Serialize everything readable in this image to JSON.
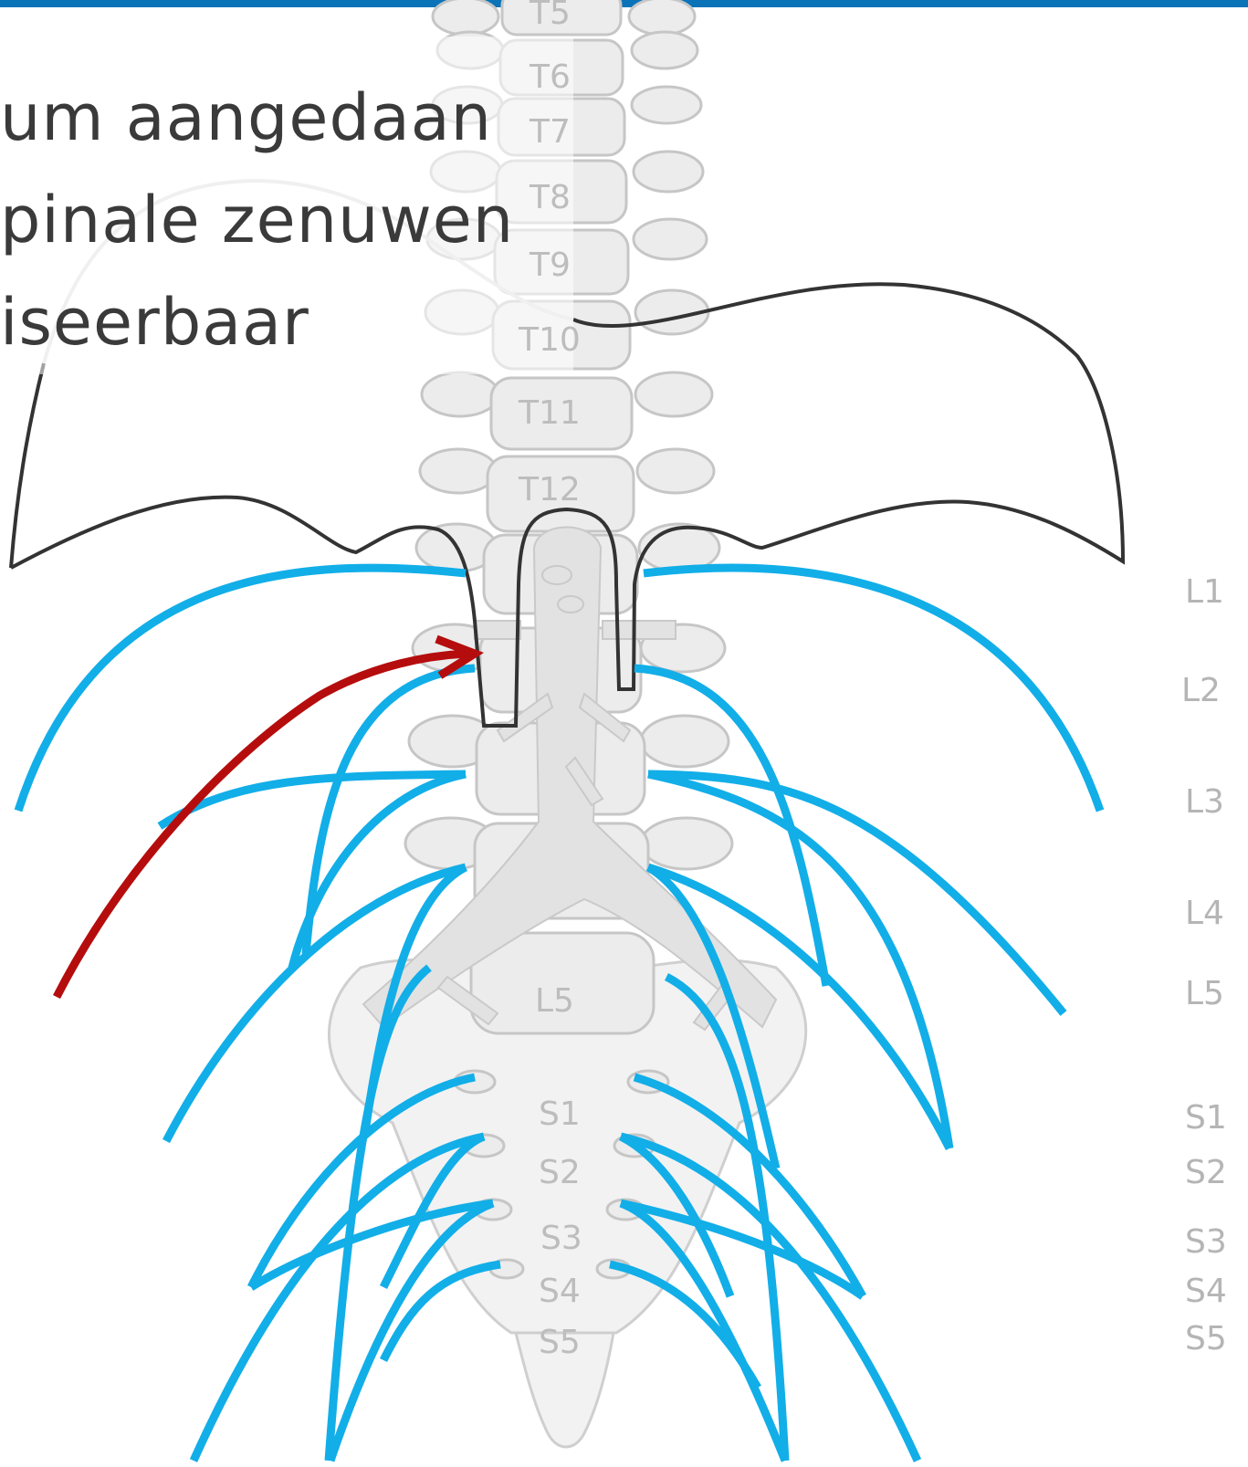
{
  "slide": {
    "bullets": [
      "um aangedaan",
      "pinale zenuwen",
      "iseerbaar"
    ],
    "accent_color": "#0b73b8"
  },
  "spine": {
    "vertebra_labels": {
      "t5": "T5",
      "t6": "T6",
      "t7": "T7",
      "t8": "T8",
      "t9": "T9",
      "t10": "T10",
      "t11": "T11",
      "t12": "T12",
      "l5": "L5",
      "s1": "S1",
      "s2": "S2",
      "s3": "S3",
      "s4": "S4",
      "s5": "S5"
    }
  },
  "root_labels": {
    "l1": "L1",
    "l2": "L2",
    "l3": "L3",
    "l4": "L4",
    "l5": "L5",
    "s1": "S1",
    "s2": "S2",
    "s3": "S3",
    "s4": "S4",
    "s5": "S5"
  },
  "colors": {
    "nerve": "#12aee8",
    "arrow": "#b50d0d",
    "outline": "#333333",
    "bone": "#ececec"
  }
}
